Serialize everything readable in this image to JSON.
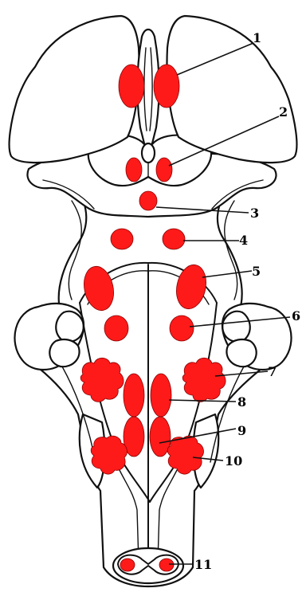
{
  "colors": {
    "nucleus": "#ff1a1a",
    "outline": "#111111",
    "background": "#ffffff"
  },
  "labels": [
    "1",
    "2",
    "3",
    "4",
    "5",
    "6",
    "7",
    "8",
    "9",
    "10",
    "11"
  ]
}
